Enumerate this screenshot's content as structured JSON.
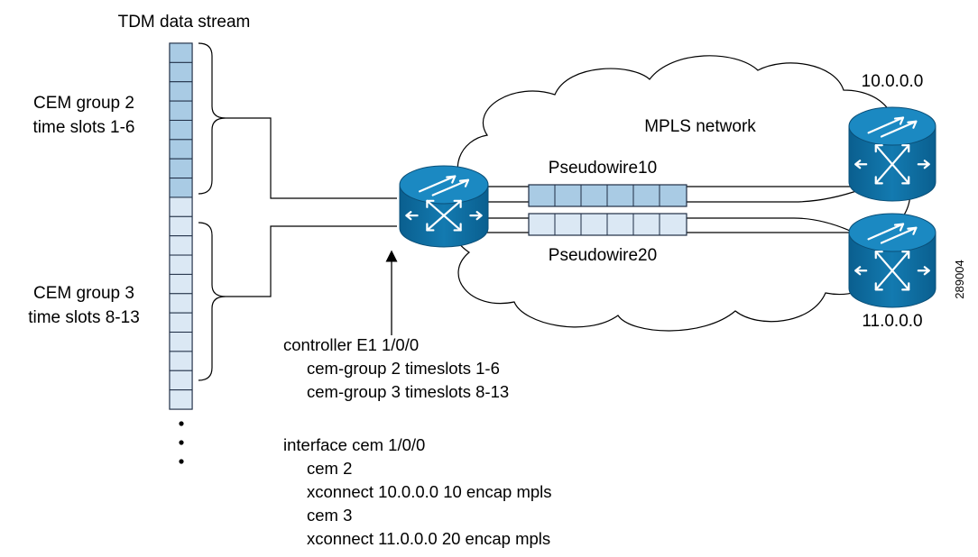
{
  "stream": {
    "title": "TDM data stream",
    "group_a": [
      "CEM group 2",
      "time slots 1-6"
    ],
    "group_b": [
      "CEM group 3",
      "time slots 8-13"
    ]
  },
  "network": {
    "cloud_label": "MPLS network",
    "pseudowire_top": "Pseudowire10",
    "pseudowire_bottom": "Pseudowire20",
    "router_top_addr": "10.0.0.0",
    "router_bottom_addr": "11.0.0.0"
  },
  "config": {
    "lines": [
      "controller E1 1/0/0",
      "cem-group 2 timeslots 1-6",
      "cem-group 3 timeslots 8-13",
      "interface cem 1/0/0",
      "cem 2",
      "xconnect 10.0.0.0 10 encap mpls",
      "cem 3",
      "xconnect 11.0.0.0 20 encap mpls"
    ]
  },
  "figure_id": "289004",
  "colors": {
    "slot_dark": "#a9cbe4",
    "slot_light": "#dbe8f4",
    "router_blue": "#0e6fa3",
    "router_top": "#1b89c2"
  }
}
